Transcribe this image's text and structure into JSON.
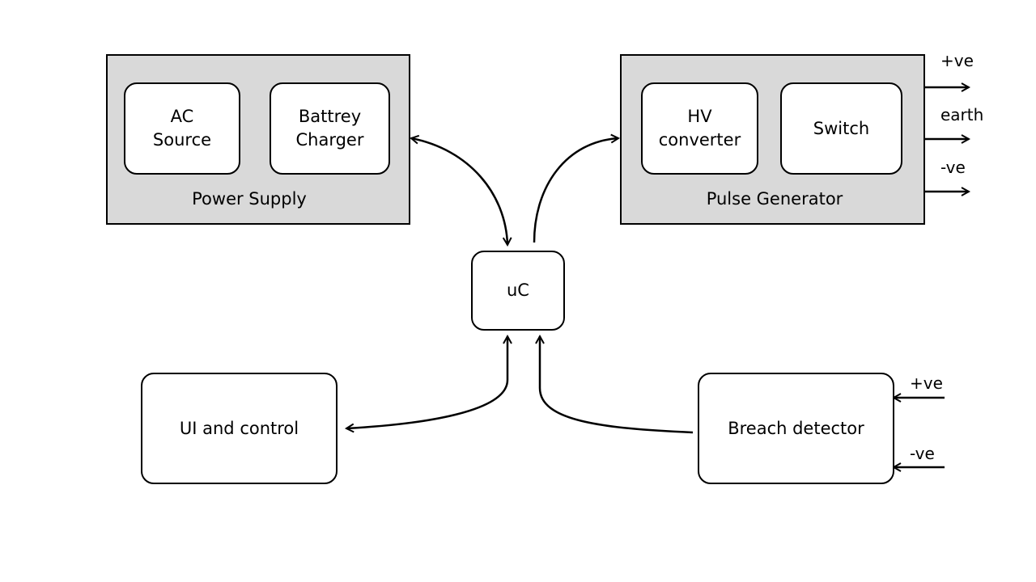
{
  "colors": {
    "group_fill": "#d9d9d9",
    "stroke": "#000000",
    "box_fill": "#ffffff"
  },
  "power_supply": {
    "title": "Power Supply",
    "ac_source": {
      "line1": "AC",
      "line2": "Source"
    },
    "battery_charger": {
      "line1": "Battrey",
      "line2": "Charger"
    }
  },
  "pulse_generator": {
    "title": "Pulse Generator",
    "hv_converter": {
      "line1": "HV",
      "line2": "converter"
    },
    "switch": {
      "label": "Switch"
    },
    "outputs": [
      "+ve",
      "earth",
      "-ve"
    ]
  },
  "uc": {
    "label": "uC"
  },
  "ui_control": {
    "label": "UI and control"
  },
  "breach_detector": {
    "label": "Breach detector",
    "inputs": [
      "+ve",
      "-ve"
    ]
  }
}
